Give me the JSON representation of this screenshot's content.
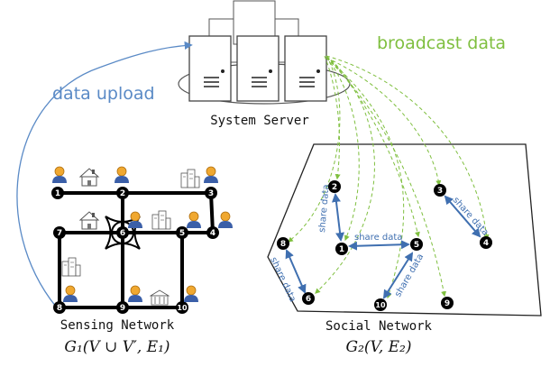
{
  "labels": {
    "broadcast": "broadcast data",
    "upload": "data upload",
    "server": "System Server",
    "sensing_title": "Sensing Network",
    "sensing_formula": "G₁(V ∪ V′, E₁)",
    "social_title": "Social Network",
    "social_formula": "G₂(V, E₂)",
    "share": "share data"
  },
  "colors": {
    "broadcast": "#7fbf3f",
    "upload": "#5a8ac6",
    "share": "#3f6fb0",
    "node": "#000000"
  },
  "sensing_nodes": [
    "1",
    "2",
    "3",
    "4",
    "5",
    "6",
    "7",
    "8",
    "9",
    "10"
  ],
  "social_nodes": [
    "1",
    "2",
    "3",
    "4",
    "5",
    "6",
    "8",
    "9",
    "10"
  ],
  "icons": [
    "server-icon",
    "user-icon",
    "house-icon",
    "building-icon"
  ]
}
